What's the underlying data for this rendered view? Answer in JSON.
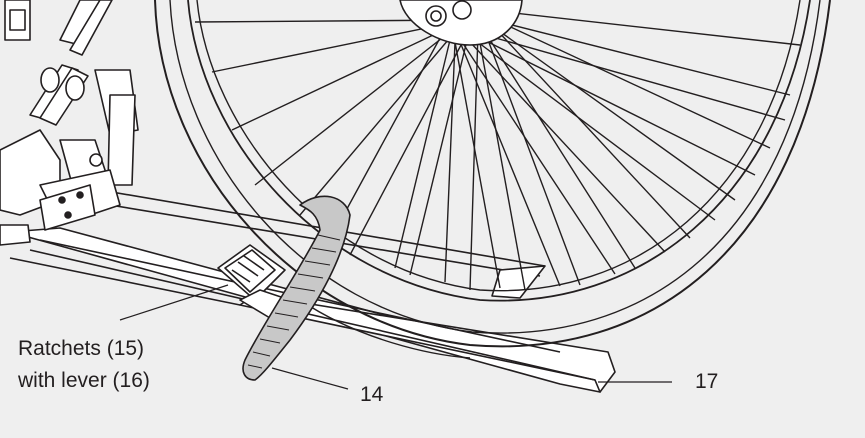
{
  "labels": {
    "ratchets": "Ratchets (15)",
    "lever": "with lever (16)",
    "strap": "14",
    "rail": "17"
  },
  "colors": {
    "background": "#efefef",
    "line": "#231f20",
    "strap_fill": "#c8c8c8",
    "white": "#ffffff"
  }
}
